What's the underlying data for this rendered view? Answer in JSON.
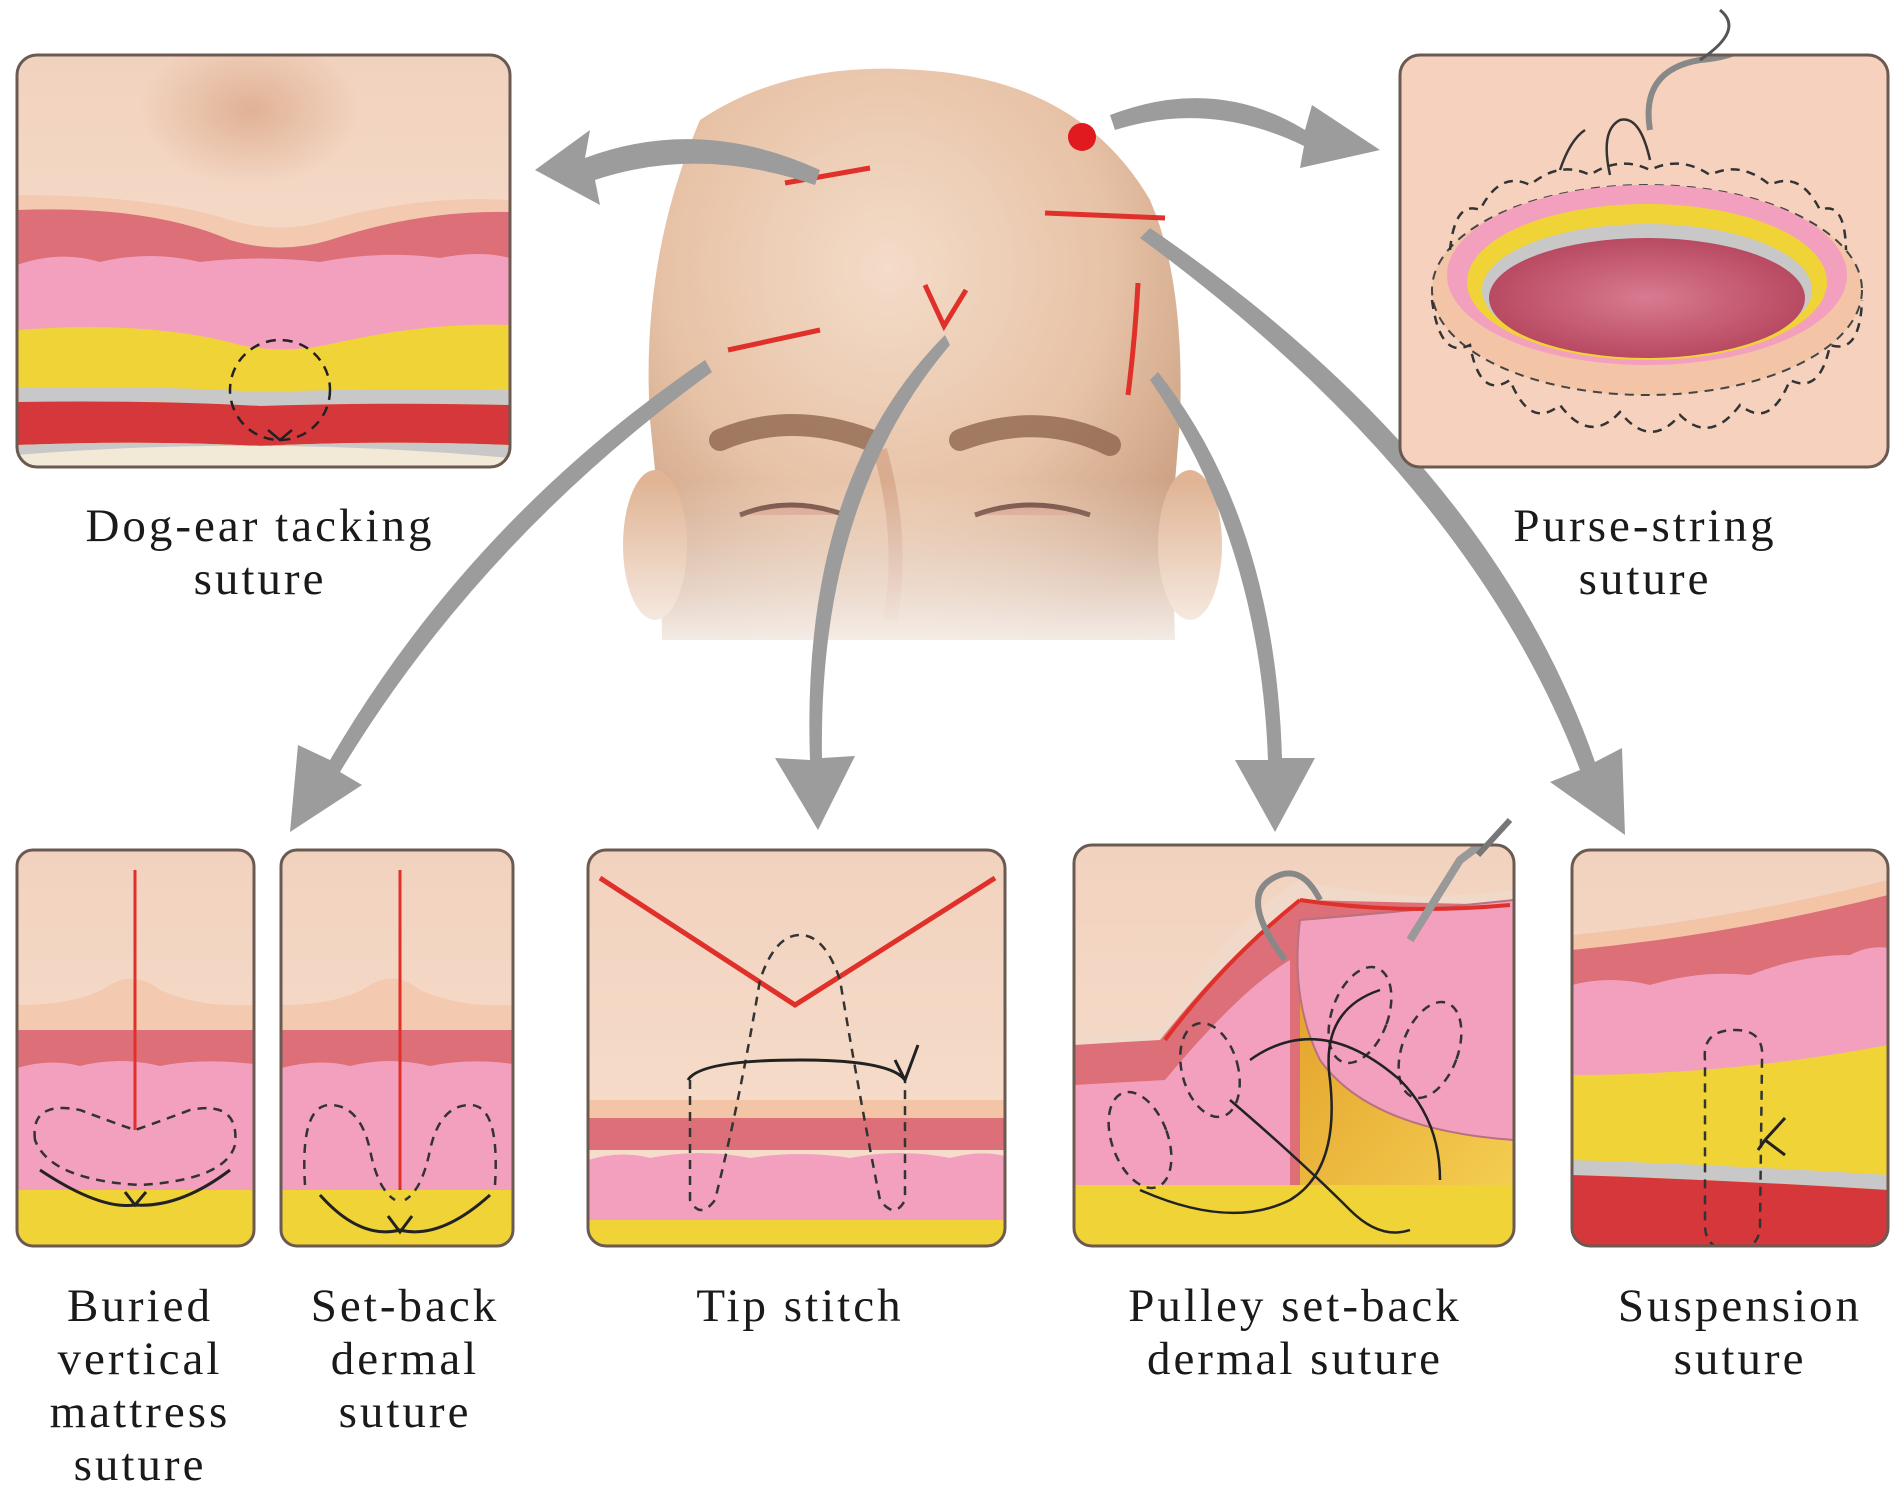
{
  "colors": {
    "skin": "#f6d8c2",
    "epidermis": "#dd6f78",
    "dermis": "#f3a0be",
    "fat": "#f0d437",
    "fascia": "#c8c8c8",
    "muscle": "#d6373b",
    "incision": "#e0302a",
    "arrow": "#9c9c9c",
    "panel_border": "#6b5a52"
  },
  "panels": [
    {
      "id": "dog-ear",
      "label_lines": [
        "Dog-ear tacking",
        "suture"
      ]
    },
    {
      "id": "purse-string",
      "label_lines": [
        "Purse-string",
        "suture"
      ]
    },
    {
      "id": "buried-vertical",
      "label_lines": [
        "Buried",
        "vertical",
        "mattress",
        "suture"
      ]
    },
    {
      "id": "set-back",
      "label_lines": [
        "Set-back",
        "dermal",
        "suture"
      ]
    },
    {
      "id": "tip-stitch",
      "label_lines": [
        "Tip stitch"
      ]
    },
    {
      "id": "pulley",
      "label_lines": [
        "Pulley set-back",
        "dermal suture"
      ]
    },
    {
      "id": "suspension",
      "label_lines": [
        "Suspension",
        "suture"
      ]
    }
  ]
}
